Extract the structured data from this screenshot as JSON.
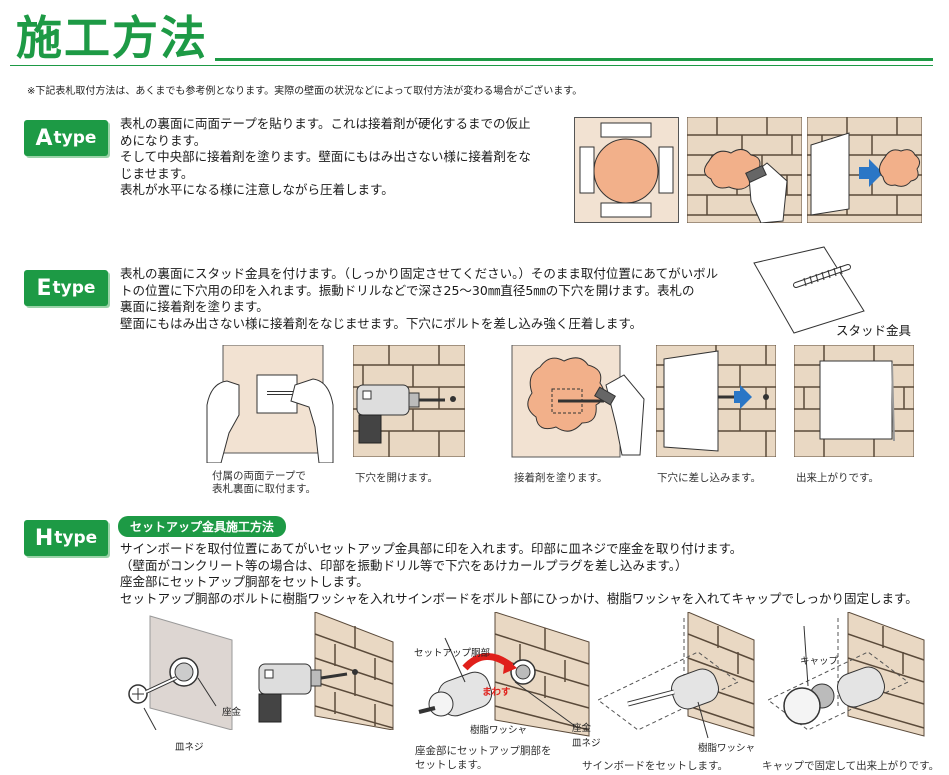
{
  "page": {
    "title": "施工方法",
    "note": "※下記表札取付方法は、あくまでも参考例となります。実際の壁面の状況などによって取付方法が変わる場合がございます。"
  },
  "a_type": {
    "badge_letter": "A",
    "badge_suffix": "type",
    "lines": [
      "表札の裏面に両面テープを貼ります。これは接着剤が硬化するまでの仮止",
      "めになります。",
      "そして中央部に接着剤を塗ります。壁面にもはみ出さない様に接着剤をな",
      "じませます。",
      "表札が水平になる様に注意しながら圧着します。"
    ]
  },
  "e_type": {
    "badge_letter": "E",
    "badge_suffix": "type",
    "lines": [
      "表札の裏面にスタッド金具を付けます。（しっかり固定させてください。）そのまま取付位置にあてがいボル",
      "トの位置に下穴用の印を入れます。振動ドリルなどで深さ25～30㎜直径5㎜の下穴を開けます。表札の",
      "裏面に接着剤を塗ります。",
      "壁面にもはみ出さない様に接着剤をなじませます。下穴にボルトを差し込み強く圧着します。"
    ],
    "stud_label": "スタッド金具",
    "captions": [
      "付属の両面テープで\n表札裏面に取付ます。",
      "下穴を開けます。",
      "接着剤を塗ります。",
      "下穴に差し込みます。",
      "出来上がりです。"
    ]
  },
  "h_type": {
    "badge_letter": "H",
    "badge_suffix": "type",
    "subtitle": "セットアップ金具施工方法",
    "lines": [
      "サインボードを取付位置にあてがいセットアップ金具部に印を入れます。印部に皿ネジで座金を取り付けます。",
      "（壁面がコンクリート等の場合は、印部を振動ドリル等で下穴をあけカールプラグを差し込みます。）",
      "座金部にセットアップ胴部をセットします。",
      "セットアップ胴部のボルトに樹脂ワッシャを入れサインボードをボルト部にひっかけ、樹脂ワッシャを入れてキャップでしっかり固定します。"
    ],
    "labels": {
      "zagane": "座金",
      "saraneji": "皿ネジ",
      "dobu": "セットアップ胴部",
      "mawasu": "まわす",
      "jushi_washer": "樹脂ワッシャ",
      "cap": "キャップ"
    },
    "captions": [
      "座金部にセットアップ胴部を\nセットします。",
      "サインボードをセットします。",
      "キャップで固定して出来上がりです。"
    ]
  },
  "colors": {
    "brand_green": "#1d9a45",
    "brick": "#e9d8c3",
    "mortar": "#5a4a3a",
    "panel_bg": "#f2e2d2",
    "glue_peach": "#f2b08a",
    "arrow_blue": "#2a76c6",
    "arrow_red": "#e0201b"
  }
}
